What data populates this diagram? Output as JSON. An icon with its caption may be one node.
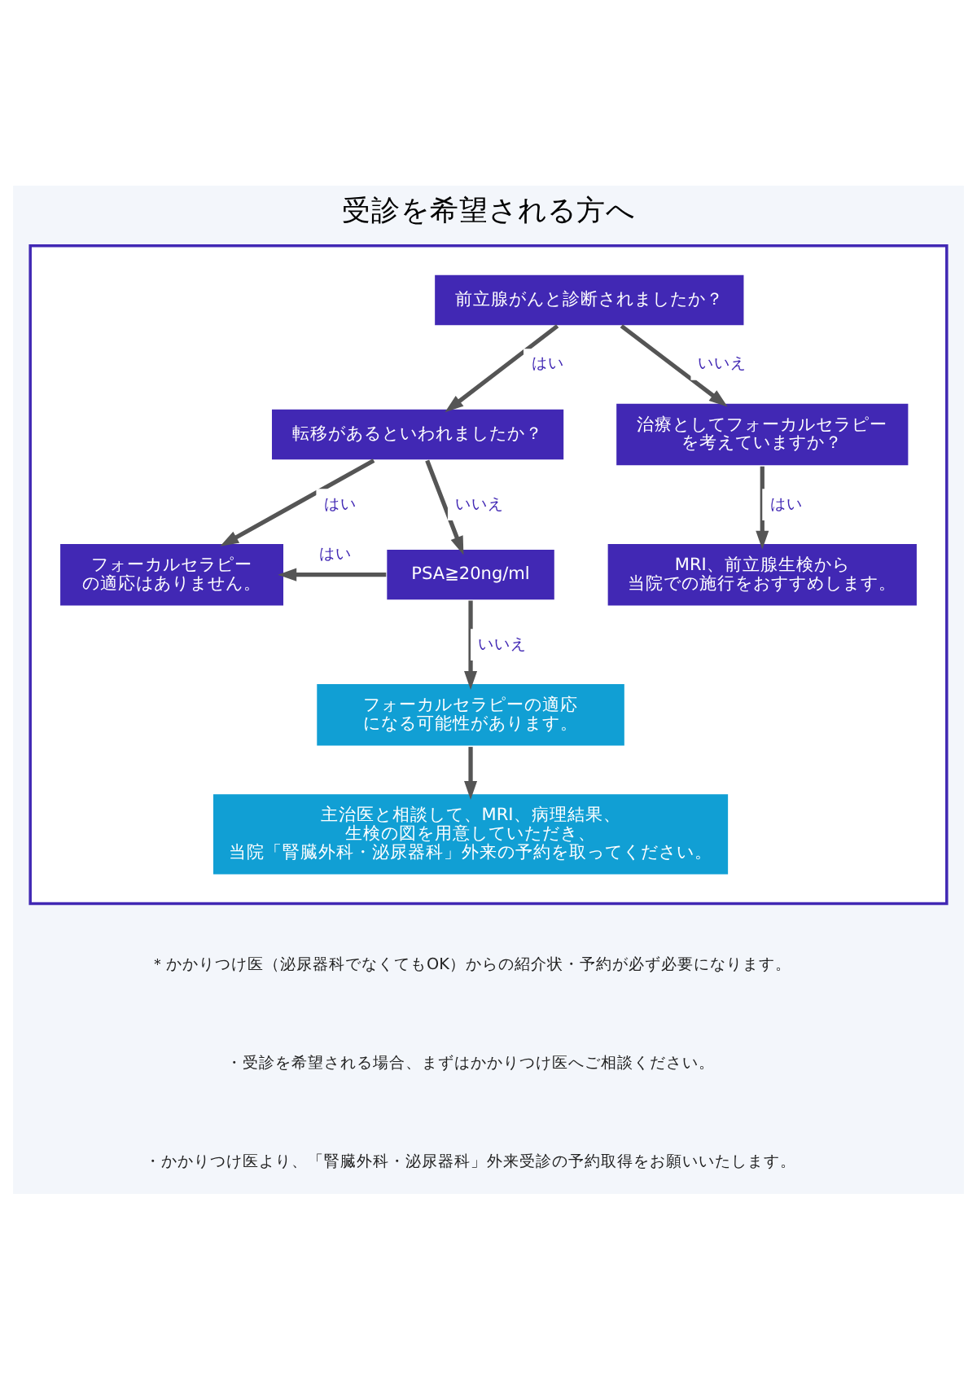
{
  "diagram": {
    "title": "受診を希望される方へ",
    "nodes": [
      {
        "text": [],
        "shape": "box"
      },
      {
        "text": [
          "前立腺がんと診断されましたか？"
        ],
        "in": 0
      },
      {
        "text": [
          "転移があるといわれましたか？"
        ],
        "in": 0
      },
      {
        "text": [
          "治療としてフォーカルセラピーを考えていますか？"
        ],
        "in": 0
      },
      {
        "text": [
          "フォーカルセラピーの適応はありません。"
        ],
        "in": 0
      },
      {
        "text": [
          "MRI、前立腺生検から当院での施行をおすすめします。"
        ],
        "in": 0
      },
      {
        "text": [
          "PSA≧20ng/ml"
        ],
        "in": 0
      },
      {
        "text": [
          "フォーカルセラピーの適応になる可能性があります。"
        ],
        "in": 0
      },
      {
        "text": [
          "主治医と相談して、MRI、病理結果、生検の図を用意していただき、当院「腎臓外科・泌尿器科」外来の予約を取ってください。"
        ],
        "in": 0
      }
    ],
    "edges": [
      {
        "from": 1,
        "to": 2,
        "arrow": "to",
        "label": "はい"
      },
      {
        "from": 1,
        "to": 3,
        "arrow": "to",
        "label": "いいえ"
      },
      {
        "from": 2,
        "to": 4,
        "arrow": "to",
        "label": "はい"
      },
      {
        "from": 2,
        "to": 6,
        "arrow": "to",
        "label": "いいえ"
      },
      {
        "from": 3,
        "to": 5,
        "arrow": "to",
        "label": "はい"
      },
      {
        "from": 6,
        "to": 4,
        "arrow": "to",
        "label": "はい"
      },
      {
        "from": 6,
        "to": 7,
        "arrow": "to",
        "label": "いいえ"
      },
      {
        "from": 7,
        "to": 8,
        "arrow": "to"
      }
    ],
    "labels": [
      "＊かかりつけ医（泌尿器科でなくてもOK）からの紹介状・予約が必ず必要になります。",
      "・受診を希望される場合、まずはかかりつけ医へご相談ください。",
      "・かかりつけ医より、「腎臓外科・泌尿器科」外来受診の予約取得をお願いいたします。"
    ]
  }
}
